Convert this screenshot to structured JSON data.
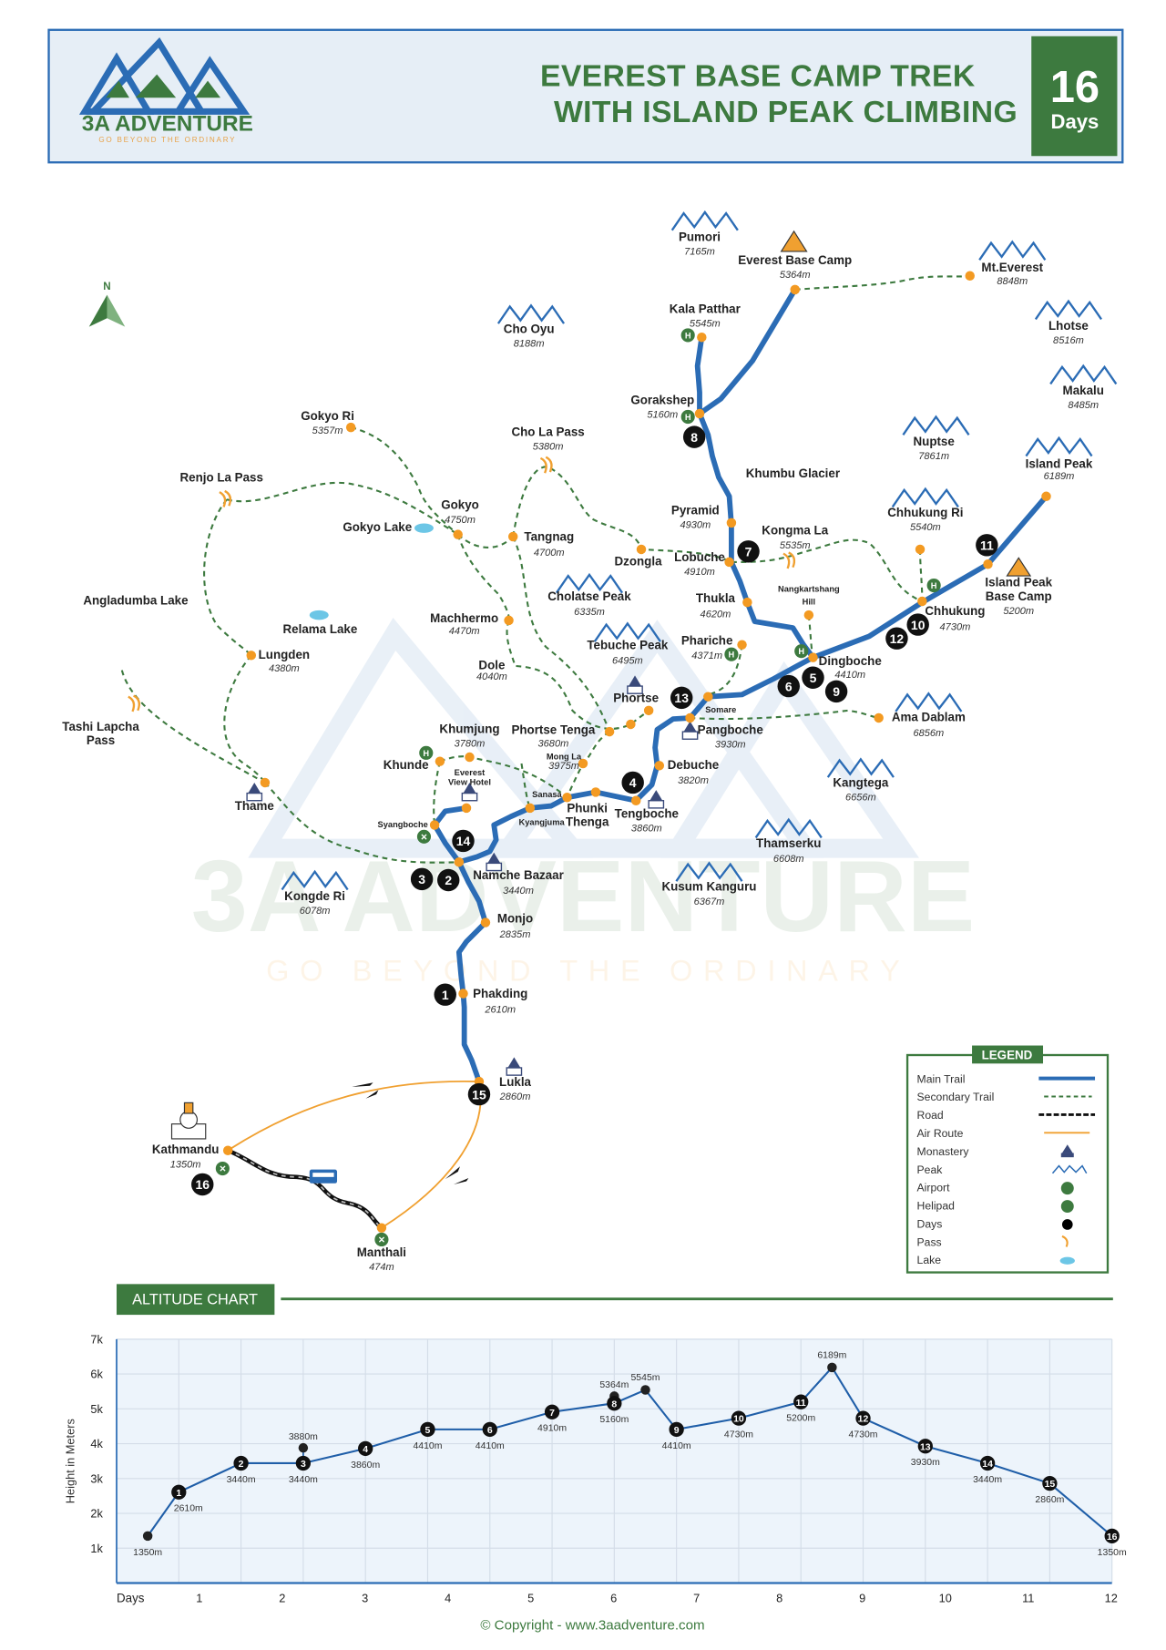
{
  "header": {
    "logo_name": "3A ADVENTURE",
    "logo_tagline": "GO BEYOND THE ORDINARY",
    "title_line1": "EVEREST BASE CAMP TREK",
    "title_line2": "WITH ISLAND PEAK CLIMBING",
    "days_number": "16",
    "days_label": "Days"
  },
  "watermark": {
    "name": "3A ADVENTURE",
    "tagline": "GO BEYOND THE ORDINARY"
  },
  "north": "N",
  "colors": {
    "main_trail": "#2b6cb5",
    "secondary_trail": "#3d7a3f",
    "air_route": "#f0a030",
    "brand_green": "#3d7a3f",
    "place_dot": "#f39a22"
  },
  "places": [
    {
      "name": "Pumori",
      "alt": "7165m"
    },
    {
      "name": "Everest Base Camp",
      "alt": "5364m"
    },
    {
      "name": "Mt.Everest",
      "alt": "8848m"
    },
    {
      "name": "Kala Patthar",
      "alt": "5545m"
    },
    {
      "name": "Cho Oyu",
      "alt": "8188m"
    },
    {
      "name": "Lhotse",
      "alt": "8516m"
    },
    {
      "name": "Makalu",
      "alt": "8485m"
    },
    {
      "name": "Gokyo Ri",
      "alt": "5357m"
    },
    {
      "name": "Cho La Pass",
      "alt": "5380m"
    },
    {
      "name": "Gorakshep",
      "alt": "5160m"
    },
    {
      "name": "Nuptse",
      "alt": "7861m"
    },
    {
      "name": "Island Peak",
      "alt": "6189m"
    },
    {
      "name": "Renjo La Pass",
      "alt": ""
    },
    {
      "name": "Khumbu Glacier",
      "alt": ""
    },
    {
      "name": "Pyramid",
      "alt": "4930m"
    },
    {
      "name": "Chhukung Ri",
      "alt": "5540m"
    },
    {
      "name": "Gokyo",
      "alt": "4750m"
    },
    {
      "name": "Gokyo Lake",
      "alt": ""
    },
    {
      "name": "Tangnag",
      "alt": "4700m"
    },
    {
      "name": "Kongma La",
      "alt": "5535m"
    },
    {
      "name": "Dzongla",
      "alt": ""
    },
    {
      "name": "Lobuche",
      "alt": "4910m"
    },
    {
      "name": "Island Peak Base Camp",
      "alt": "5200m"
    },
    {
      "name": "Nangkartshang Hill",
      "alt": ""
    },
    {
      "name": "Cholatse Peak",
      "alt": "6335m"
    },
    {
      "name": "Angladumba Lake",
      "alt": ""
    },
    {
      "name": "Thukla",
      "alt": "4620m"
    },
    {
      "name": "Chhukung",
      "alt": "4730m"
    },
    {
      "name": "Machhermo",
      "alt": "4470m"
    },
    {
      "name": "Relama Lake",
      "alt": ""
    },
    {
      "name": "Lungden",
      "alt": "4380m"
    },
    {
      "name": "Tebuche Peak",
      "alt": "6495m"
    },
    {
      "name": "Phariche",
      "alt": "4371m"
    },
    {
      "name": "Dingboche",
      "alt": "4410m"
    },
    {
      "name": "Dole",
      "alt": "4040m"
    },
    {
      "name": "Phortse",
      "alt": ""
    },
    {
      "name": "Somare",
      "alt": ""
    },
    {
      "name": "Ama Dablam",
      "alt": "6856m"
    },
    {
      "name": "Tashi Lapcha Pass",
      "alt": ""
    },
    {
      "name": "Khumjung",
      "alt": "3780m"
    },
    {
      "name": "Phortse Tenga",
      "alt": "3680m"
    },
    {
      "name": "Pangboche",
      "alt": "3930m"
    },
    {
      "name": "Mong La",
      "alt": "3975m"
    },
    {
      "name": "Khunde",
      "alt": ""
    },
    {
      "name": "Everest View Hotel",
      "alt": ""
    },
    {
      "name": "Debuche",
      "alt": "3820m"
    },
    {
      "name": "Kangtega",
      "alt": "6656m"
    },
    {
      "name": "Sanasa",
      "alt": ""
    },
    {
      "name": "Thame",
      "alt": ""
    },
    {
      "name": "Phunki Thenga",
      "alt": ""
    },
    {
      "name": "Tengboche",
      "alt": "3860m"
    },
    {
      "name": "Kyangjuma",
      "alt": ""
    },
    {
      "name": "Syangboche",
      "alt": ""
    },
    {
      "name": "Thamserku",
      "alt": "6608m"
    },
    {
      "name": "Namche Bazaar",
      "alt": "3440m"
    },
    {
      "name": "Kusum Kanguru",
      "alt": "6367m"
    },
    {
      "name": "Kongde Ri",
      "alt": "6078m"
    },
    {
      "name": "Monjo",
      "alt": "2835m"
    },
    {
      "name": "Phakding",
      "alt": "2610m"
    },
    {
      "name": "Lukla",
      "alt": "2860m"
    },
    {
      "name": "Kathmandu",
      "alt": "1350m"
    },
    {
      "name": "Manthali",
      "alt": "474m"
    }
  ],
  "day_markers": [
    "1",
    "2",
    "3",
    "4",
    "5",
    "6",
    "7",
    "8",
    "9",
    "10",
    "11",
    "12",
    "13",
    "14",
    "15",
    "16"
  ],
  "legend": {
    "title": "LEGEND",
    "items": [
      {
        "label": "Main Trail",
        "icon": "main-trail-line"
      },
      {
        "label": "Secondary Trail",
        "icon": "secondary-trail-line"
      },
      {
        "label": "Road",
        "icon": "road-line"
      },
      {
        "label": "Air Route",
        "icon": "air-route-line"
      },
      {
        "label": "Monastery",
        "icon": "monastery-icon"
      },
      {
        "label": "Peak",
        "icon": "peak-icon"
      },
      {
        "label": "Airport",
        "icon": "airport-icon"
      },
      {
        "label": "Helipad",
        "icon": "helipad-icon"
      },
      {
        "label": "Days",
        "icon": "day-dot-icon"
      },
      {
        "label": "Pass",
        "icon": "pass-icon"
      },
      {
        "label": "Lake",
        "icon": "lake-icon"
      }
    ]
  },
  "altitude_section_title": "ALTITUDE CHART",
  "chart_data": {
    "type": "line",
    "title": "ALTITUDE CHART",
    "ylabel": "Height in Meters",
    "xlabel": "Days",
    "ylim": [
      0,
      7000
    ],
    "y_ticks": [
      "1k",
      "2k",
      "3k",
      "4k",
      "5k",
      "6k",
      "7k"
    ],
    "x_ticks": [
      "1",
      "2",
      "3",
      "4",
      "5",
      "6",
      "7",
      "8",
      "9",
      "10",
      "11",
      "12"
    ],
    "grid": true,
    "points": [
      {
        "stop": 0.5,
        "alt": 1350,
        "label": "1350m",
        "day": ""
      },
      {
        "stop": 1,
        "alt": 2610,
        "label": "2610m",
        "day": "1"
      },
      {
        "stop": 2,
        "alt": 3440,
        "label": "3440m",
        "day": "2"
      },
      {
        "stop": 3,
        "alt": 3440,
        "label": "3440m",
        "day": "3"
      },
      {
        "stop": 4,
        "alt": 3860,
        "label": "3860m",
        "day": "4"
      },
      {
        "stop": 5,
        "alt": 4410,
        "label": "4410m",
        "day": "5"
      },
      {
        "stop": 6,
        "alt": 4410,
        "label": "4410m",
        "day": "6"
      },
      {
        "stop": 7,
        "alt": 4910,
        "label": "4910m",
        "day": "7"
      },
      {
        "stop": 8,
        "alt": 5160,
        "label": "5160m",
        "day": "8"
      },
      {
        "stop": 8.5,
        "alt": 5545,
        "label": "5545m",
        "day": ""
      },
      {
        "stop": 9,
        "alt": 4410,
        "label": "4410m",
        "day": "9"
      },
      {
        "stop": 10,
        "alt": 4730,
        "label": "4730m",
        "day": "10"
      },
      {
        "stop": 11,
        "alt": 5200,
        "label": "5200m",
        "day": "11"
      },
      {
        "stop": 11.5,
        "alt": 6189,
        "label": "6189m",
        "day": ""
      },
      {
        "stop": 12,
        "alt": 4730,
        "label": "4730m",
        "day": "12"
      },
      {
        "stop": 13,
        "alt": 3930,
        "label": "3930m",
        "day": "13"
      },
      {
        "stop": 14,
        "alt": 3440,
        "label": "3440m",
        "day": "14"
      },
      {
        "stop": 15,
        "alt": 2860,
        "label": "2860m",
        "day": "15"
      },
      {
        "stop": 16,
        "alt": 1350,
        "label": "1350m",
        "day": "16"
      }
    ],
    "side_trips": [
      {
        "from_stop": 3,
        "stop": 3,
        "alt": 3880,
        "label": "3880m"
      },
      {
        "from_stop": 8,
        "stop": 8,
        "alt": 5364,
        "label": "5364m"
      }
    ]
  },
  "copyright": "© Copyright - www.3aadventure.com"
}
